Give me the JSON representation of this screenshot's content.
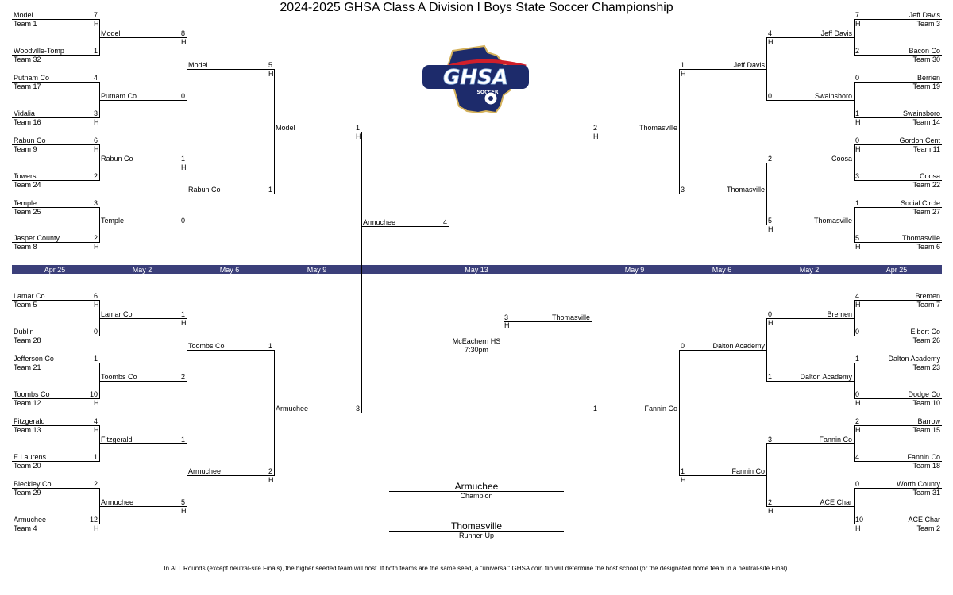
{
  "title": "2024-2025 GHSA Class A Division I Boys State Soccer Championship",
  "logo_text": "GHSA",
  "logo_subtext": "SOCCER",
  "colors": {
    "band": "#3b3f7a",
    "logo_navy": "#1d2b6b",
    "logo_red": "#d01f2b"
  },
  "dates": [
    "Apr 25",
    "May 2",
    "May 6",
    "May 9",
    "May 13",
    "May 9",
    "May 6",
    "May 2",
    "Apr 25"
  ],
  "venue": "McEachern HS",
  "time": "7:30pm",
  "champion": {
    "name": "Armuchee",
    "label": "Champion"
  },
  "runner_up": {
    "name": "Thomasville",
    "label": "Runner-Up"
  },
  "footnote": "In ALL Rounds (except neutral-site Finals), the higher seeded team will host. If both teams are the same seed, a \"universal\" GHSA coin flip will determine the host school (or the designated home team in a neutral-site Final).",
  "left_r1": [
    {
      "name": "Model",
      "seed": "Team 1",
      "score": "7",
      "h": "H"
    },
    {
      "name": "Woodville-Tomp",
      "seed": "Team 32",
      "score": "1",
      "h": ""
    },
    {
      "name": "Putnam Co",
      "seed": "Team 17",
      "score": "4",
      "h": ""
    },
    {
      "name": "Vidalia",
      "seed": "Team 16",
      "score": "3",
      "h": "H"
    },
    {
      "name": "Rabun Co",
      "seed": "Team 9",
      "score": "6",
      "h": "H"
    },
    {
      "name": "Towers",
      "seed": "Team 24",
      "score": "2",
      "h": ""
    },
    {
      "name": "Temple",
      "seed": "Team 25",
      "score": "3",
      "h": ""
    },
    {
      "name": "Jasper County",
      "seed": "Team 8",
      "score": "2",
      "h": "H"
    },
    {
      "name": "Lamar Co",
      "seed": "Team 5",
      "score": "6",
      "h": "H"
    },
    {
      "name": "Dublin",
      "seed": "Team 28",
      "score": "0",
      "h": ""
    },
    {
      "name": "Jefferson Co",
      "seed": "Team 21",
      "score": "1",
      "h": ""
    },
    {
      "name": "Toombs Co",
      "seed": "Team 12",
      "score": "10",
      "h": "H"
    },
    {
      "name": "Fitzgerald",
      "seed": "Team 13",
      "score": "4",
      "h": "H"
    },
    {
      "name": "E Laurens",
      "seed": "Team 20",
      "score": "1",
      "h": ""
    },
    {
      "name": "Bleckley Co",
      "seed": "Team 29",
      "score": "2",
      "h": ""
    },
    {
      "name": "Armuchee",
      "seed": "Team 4",
      "score": "12",
      "h": "H"
    }
  ],
  "left_r2": [
    {
      "name": "Model",
      "score": "8",
      "h": "H"
    },
    {
      "name": "Putnam Co",
      "score": "0",
      "h": ""
    },
    {
      "name": "Rabun Co",
      "score": "1",
      "h": "H"
    },
    {
      "name": "Temple",
      "score": "0",
      "h": ""
    },
    {
      "name": "Lamar Co",
      "score": "1",
      "h": "H"
    },
    {
      "name": "Toombs Co",
      "score": "2",
      "h": ""
    },
    {
      "name": "Fitzgerald",
      "score": "1",
      "h": ""
    },
    {
      "name": "Armuchee",
      "score": "5",
      "h": "H"
    }
  ],
  "left_r3": [
    {
      "name": "Model",
      "score": "5",
      "h": "H"
    },
    {
      "name": "Rabun Co",
      "score": "1",
      "h": ""
    },
    {
      "name": "Toombs Co",
      "score": "1",
      "h": ""
    },
    {
      "name": "Armuchee",
      "score": "2",
      "h": "H"
    }
  ],
  "left_r4": [
    {
      "name": "Model",
      "score": "1",
      "h": "H"
    },
    {
      "name": "Armuchee",
      "score": "3",
      "h": ""
    }
  ],
  "left_final": {
    "name": "Armuchee",
    "score": "4",
    "h": ""
  },
  "right_r1": [
    {
      "name": "Jeff Davis",
      "seed": "Team 3",
      "score": "7",
      "h": "H"
    },
    {
      "name": "Bacon Co",
      "seed": "Team 30",
      "score": "2",
      "h": ""
    },
    {
      "name": "Berrien",
      "seed": "Team 19",
      "score": "0",
      "h": ""
    },
    {
      "name": "Swainsboro",
      "seed": "Team 14",
      "score": "1",
      "h": "H"
    },
    {
      "name": "Gordon Cent",
      "seed": "Team 11",
      "score": "0",
      "h": "H"
    },
    {
      "name": "Coosa",
      "seed": "Team 22",
      "score": "3",
      "h": ""
    },
    {
      "name": "Social Circle",
      "seed": "Team 27",
      "score": "1",
      "h": ""
    },
    {
      "name": "Thomasville",
      "seed": "Team 6",
      "score": "5",
      "h": "H"
    },
    {
      "name": "Bremen",
      "seed": "Team 7",
      "score": "4",
      "h": "H"
    },
    {
      "name": "Elbert Co",
      "seed": "Team 26",
      "score": "0",
      "h": ""
    },
    {
      "name": "Dalton Academy",
      "seed": "Team 23",
      "score": "1",
      "h": ""
    },
    {
      "name": "Dodge Co",
      "seed": "Team 10",
      "score": "0",
      "h": "H"
    },
    {
      "name": "Barrow",
      "seed": "Team 15",
      "score": "2",
      "h": "H"
    },
    {
      "name": "Fannin Co",
      "seed": "Team 18",
      "score": "4",
      "h": ""
    },
    {
      "name": "Worth County",
      "seed": "Team 31",
      "score": "0",
      "h": ""
    },
    {
      "name": "ACE Char",
      "seed": "Team 2",
      "score": "10",
      "h": "H"
    }
  ],
  "right_r2": [
    {
      "name": "Jeff Davis",
      "score": "4",
      "h": "H"
    },
    {
      "name": "Swainsboro",
      "score": "0",
      "h": ""
    },
    {
      "name": "Coosa",
      "score": "2",
      "h": ""
    },
    {
      "name": "Thomasville",
      "score": "5",
      "h": "H"
    },
    {
      "name": "Bremen",
      "score": "0",
      "h": "H"
    },
    {
      "name": "Dalton Academy",
      "score": "1",
      "h": ""
    },
    {
      "name": "Fannin Co",
      "score": "3",
      "h": ""
    },
    {
      "name": "ACE Char",
      "score": "2",
      "h": "H"
    }
  ],
  "right_r3": [
    {
      "name": "Jeff Davis",
      "score": "1",
      "h": "H"
    },
    {
      "name": "Thomasville",
      "score": "3",
      "h": ""
    },
    {
      "name": "Dalton Academy",
      "score": "0",
      "h": ""
    },
    {
      "name": "Fannin Co",
      "score": "1",
      "h": "H"
    }
  ],
  "right_r4": [
    {
      "name": "Thomasville",
      "score": "2",
      "h": "H"
    },
    {
      "name": "Fannin Co",
      "score": "1",
      "h": ""
    }
  ],
  "right_final": {
    "name": "Thomasville",
    "score": "3",
    "h": "H"
  }
}
